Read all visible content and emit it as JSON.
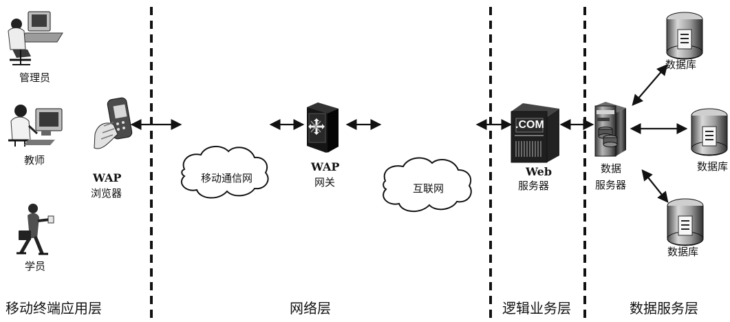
{
  "actors": {
    "admin_label": "管理员",
    "teacher_label": "教师",
    "student_label": "学员"
  },
  "devices": {
    "browser_title": "WAP",
    "browser_subtitle": "浏览器",
    "gateway_title": "WAP",
    "gateway_subtitle": "网关",
    "web_server_title": "Web",
    "web_server_subtitle": "服务器",
    "web_server_com": ".COM",
    "data_server_line1": "数据",
    "data_server_line2": "服务器",
    "db_top": "数据库",
    "db_right": "数据库",
    "db_bottom": "数据库"
  },
  "networks": {
    "mobile": "移动通信网",
    "internet": "互联网"
  },
  "layers": {
    "mobile_app": "移动终端应用层",
    "network": "网络层",
    "logic": "逻辑业务层",
    "data_service": "数据服务层"
  },
  "icons": {
    "admin": "computer-user-icon",
    "teacher": "desktop-user-icon",
    "student": "walking-person-icon",
    "browser": "mobile-phone-icon",
    "gateway": "router-icon",
    "web_server": "web-server-icon",
    "data_server": "server-cabinet-icon",
    "database": "database-icon",
    "cloud": "cloud-icon"
  }
}
